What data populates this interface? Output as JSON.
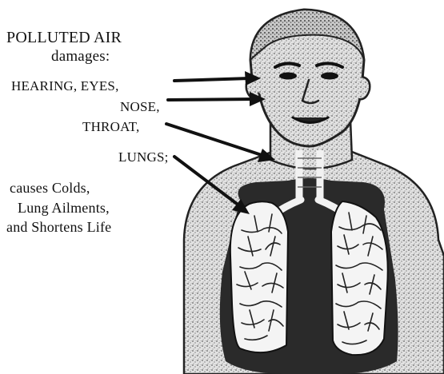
{
  "labels": {
    "title_line1": "POLLUTED AIR",
    "title_line2": "damages:",
    "hearing_eyes": "HEARING, EYES,",
    "nose": "NOSE,",
    "throat": "THROAT,",
    "lungs": "LUNGS;",
    "effects_line1": "causes Colds,",
    "effects_line2": "Lung Ailments,",
    "effects_line3": "and Shortens Life"
  },
  "colors": {
    "ink": "#111111",
    "skin_stipple": "#9a9a9a",
    "lung_fill": "#f4f4f4",
    "chest_dark": "#2a2a2a"
  }
}
